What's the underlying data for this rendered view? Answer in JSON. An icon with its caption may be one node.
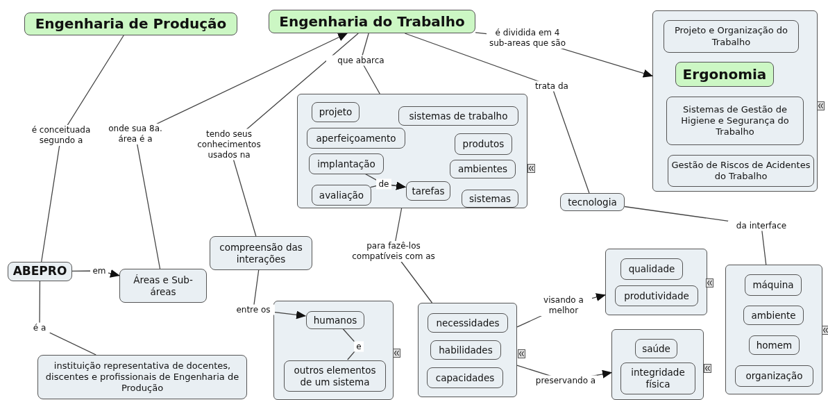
{
  "diagram": {
    "nodes": [
      {
        "text": [
          "Engenharia de Produção"
        ]
      },
      {
        "text": [
          "Engenharia do Trabalho"
        ]
      },
      {
        "text": [],
        "shape": "box"
      },
      {
        "text": [
          "Projeto e Organização do Trabalho"
        ],
        "in": 2
      },
      {
        "text": [
          "Ergonomia"
        ],
        "in": 2
      },
      {
        "text": [
          "Sistemas de Gestão de Higiene e Segurança do Trabalho"
        ],
        "in": 2
      },
      {
        "text": [
          "Gestão de Riscos de Acidentes do Trabalho"
        ],
        "in": 2
      },
      {
        "text": [],
        "shape": "box"
      },
      {
        "text": [
          "projeto"
        ],
        "in": 7
      },
      {
        "text": [
          "sistemas de trabalho"
        ],
        "in": 7
      },
      {
        "text": [
          "aperfeiçoamento"
        ],
        "in": 7
      },
      {
        "text": [
          "produtos"
        ],
        "in": 7
      },
      {
        "text": [
          "implantação"
        ],
        "in": 7
      },
      {
        "text": [
          "ambientes"
        ],
        "in": 7
      },
      {
        "text": [
          "avaliação"
        ],
        "in": 7
      },
      {
        "text": [
          "tarefas"
        ],
        "in": 7
      },
      {
        "text": [
          "sistemas"
        ],
        "in": 7
      },
      {
        "text": [
          "tecnologia"
        ]
      },
      {
        "text": [
          "compreensão das interações"
        ]
      },
      {
        "text": [
          "ABEPRO"
        ]
      },
      {
        "text": [
          "Áreas e Sub-áreas"
        ]
      },
      {
        "text": [],
        "shape": "box"
      },
      {
        "text": [
          "humanos"
        ],
        "in": 21
      },
      {
        "text": [
          "outros elementos de um sistema"
        ],
        "in": 21
      },
      {
        "text": [],
        "shape": "box"
      },
      {
        "text": [
          "necessidades"
        ],
        "in": 24
      },
      {
        "text": [
          "habilidades"
        ],
        "in": 24
      },
      {
        "text": [
          "capacidades"
        ],
        "in": 24
      },
      {
        "text": [],
        "shape": "box"
      },
      {
        "text": [
          "qualidade"
        ],
        "in": 28
      },
      {
        "text": [
          "produtividade"
        ],
        "in": 28
      },
      {
        "text": [],
        "shape": "box"
      },
      {
        "text": [
          "saúde"
        ],
        "in": 31
      },
      {
        "text": [
          "integridade física"
        ],
        "in": 31
      },
      {
        "text": [],
        "shape": "box"
      },
      {
        "text": [
          "máquina"
        ],
        "in": 34
      },
      {
        "text": [
          "ambiente"
        ],
        "in": 34
      },
      {
        "text": [
          "homem"
        ],
        "in": 34
      },
      {
        "text": [
          "organização"
        ],
        "in": 34
      },
      {
        "text": [
          "instituição representativa de docentes, discentes e profissionais de Engenharia de Produção"
        ]
      }
    ],
    "edges": [
      {
        "from": 0,
        "to": 19,
        "arrow": "none",
        "label": "é conceituada segundo a"
      },
      {
        "from": 1,
        "to": 2,
        "arrow": "to",
        "label": "é dividida em 4 sub-areas que são"
      },
      {
        "from": 1,
        "to": 7,
        "arrow": "none",
        "label": "que abarca"
      },
      {
        "from": 1,
        "to": 17,
        "arrow": "none",
        "label": "trata da"
      },
      {
        "from": 20,
        "to": 1,
        "arrow": "to",
        "label": "onde sua 8a. área é a"
      },
      {
        "from": 1,
        "to": 18,
        "arrow": "none",
        "label": "tendo seus conhecimentos usados na"
      },
      {
        "from": 19,
        "to": 20,
        "arrow": "to",
        "label": "em"
      },
      {
        "from": 19,
        "to": 39,
        "arrow": "none",
        "label": "é a"
      },
      {
        "from": 18,
        "to": 22,
        "arrow": "to",
        "label": "entre os"
      },
      {
        "from": 22,
        "to": 23,
        "arrow": "none",
        "label": "e"
      },
      {
        "from": 12,
        "to": 15,
        "arrow": "to",
        "label": "de"
      },
      {
        "from": 14,
        "to": 15,
        "arrow": "to"
      },
      {
        "from": 7,
        "to": 24,
        "arrow": "none",
        "label": "para fazê-los compatíveis com as"
      },
      {
        "from": 24,
        "to": 28,
        "arrow": "to",
        "label": "visando a melhor"
      },
      {
        "from": 24,
        "to": 31,
        "arrow": "to",
        "label": "preservando a"
      },
      {
        "from": 17,
        "to": 34,
        "arrow": "none",
        "label": "da interface"
      }
    ]
  }
}
